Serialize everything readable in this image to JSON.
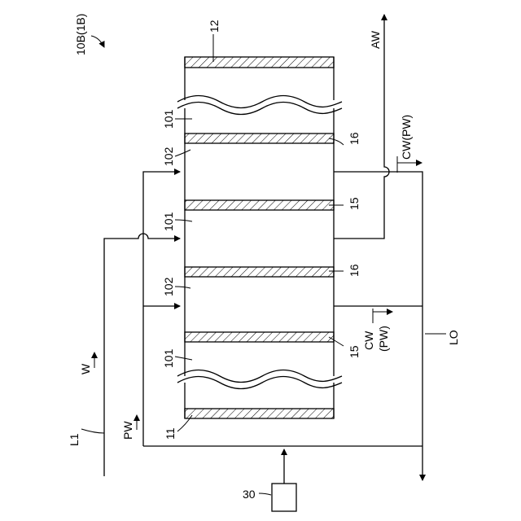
{
  "figure_label": "10B(1B)",
  "parts": {
    "top_end_plate": "12",
    "bottom_end_plate": "11",
    "membrane_a_upper": "16",
    "membrane_b": "15",
    "membrane_a_lower": "16",
    "membrane_b_lower": "15",
    "chamber_101_top": "101",
    "chamber_102_upper": "102",
    "chamber_101_middle": "101",
    "chamber_102_lower": "102",
    "chamber_101_bottom": "101",
    "power_source": "30"
  },
  "lines": {
    "feed_line": "L1",
    "outlet_line": "LO"
  },
  "flows": {
    "feed_water": "W",
    "process_water": "PW",
    "acid_water": "AW",
    "concentrate_upper": "CW(PW)",
    "concentrate_lower_cw": "CW",
    "concentrate_lower_pw": "(PW)"
  },
  "colors": {
    "line": "#000000",
    "background": "#ffffff"
  }
}
